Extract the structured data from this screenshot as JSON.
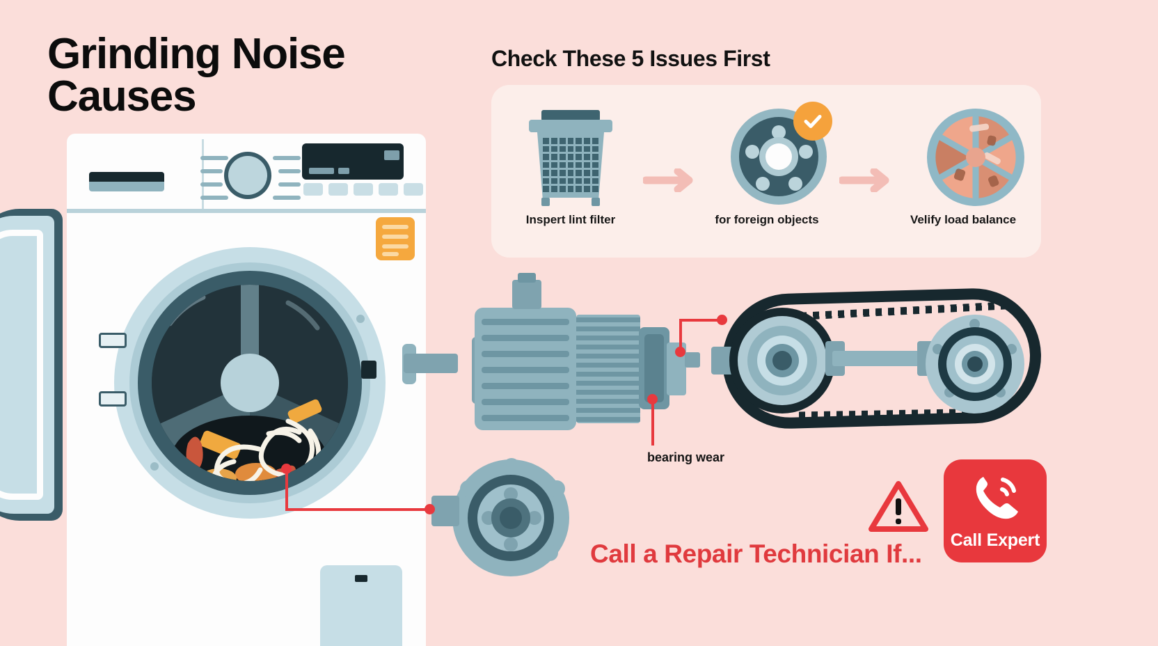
{
  "page": {
    "background_color": "#FBDEDA",
    "main_title": "Grinding Noise Causes",
    "section_title": "Check These 5 Issues First"
  },
  "steps": {
    "items": [
      {
        "label": "Inspert lint filter",
        "icon": "lint-basket-icon",
        "badge": null
      },
      {
        "label": "for foreign objects",
        "icon": "drum-flange-icon",
        "badge": "check-badge"
      },
      {
        "label": "Velify load balance",
        "icon": "load-balance-drum-icon",
        "badge": null
      }
    ],
    "arrow_icon": "arrow-right-icon",
    "card_color": "#FCEEEA",
    "arrow_color": "#F3BDB6",
    "badge_color": "#F5A23C"
  },
  "diagram": {
    "washer_name": "washing-machine",
    "motor_name": "drive-motor",
    "belt_name": "belt-and-pulley",
    "flange_name": "bearing-flange",
    "callouts": [
      {
        "label": "bearing wear"
      }
    ],
    "leader_color": "#E8393E"
  },
  "cta": {
    "text": "Call a Repair Technician If...",
    "text_color": "#E03A3E",
    "warning_icon": "warning-triangle-icon",
    "button": {
      "label": "Call Expert",
      "icon": "phone-call-icon",
      "background_color": "#E8383D",
      "text_color": "#FFFFFF"
    }
  },
  "palette": {
    "steel": "#8FB3BE",
    "steel_dark": "#3A5C68",
    "ink": "#17282E",
    "panel_light": "#C6DEE6",
    "accent_orange": "#F5A83E"
  }
}
